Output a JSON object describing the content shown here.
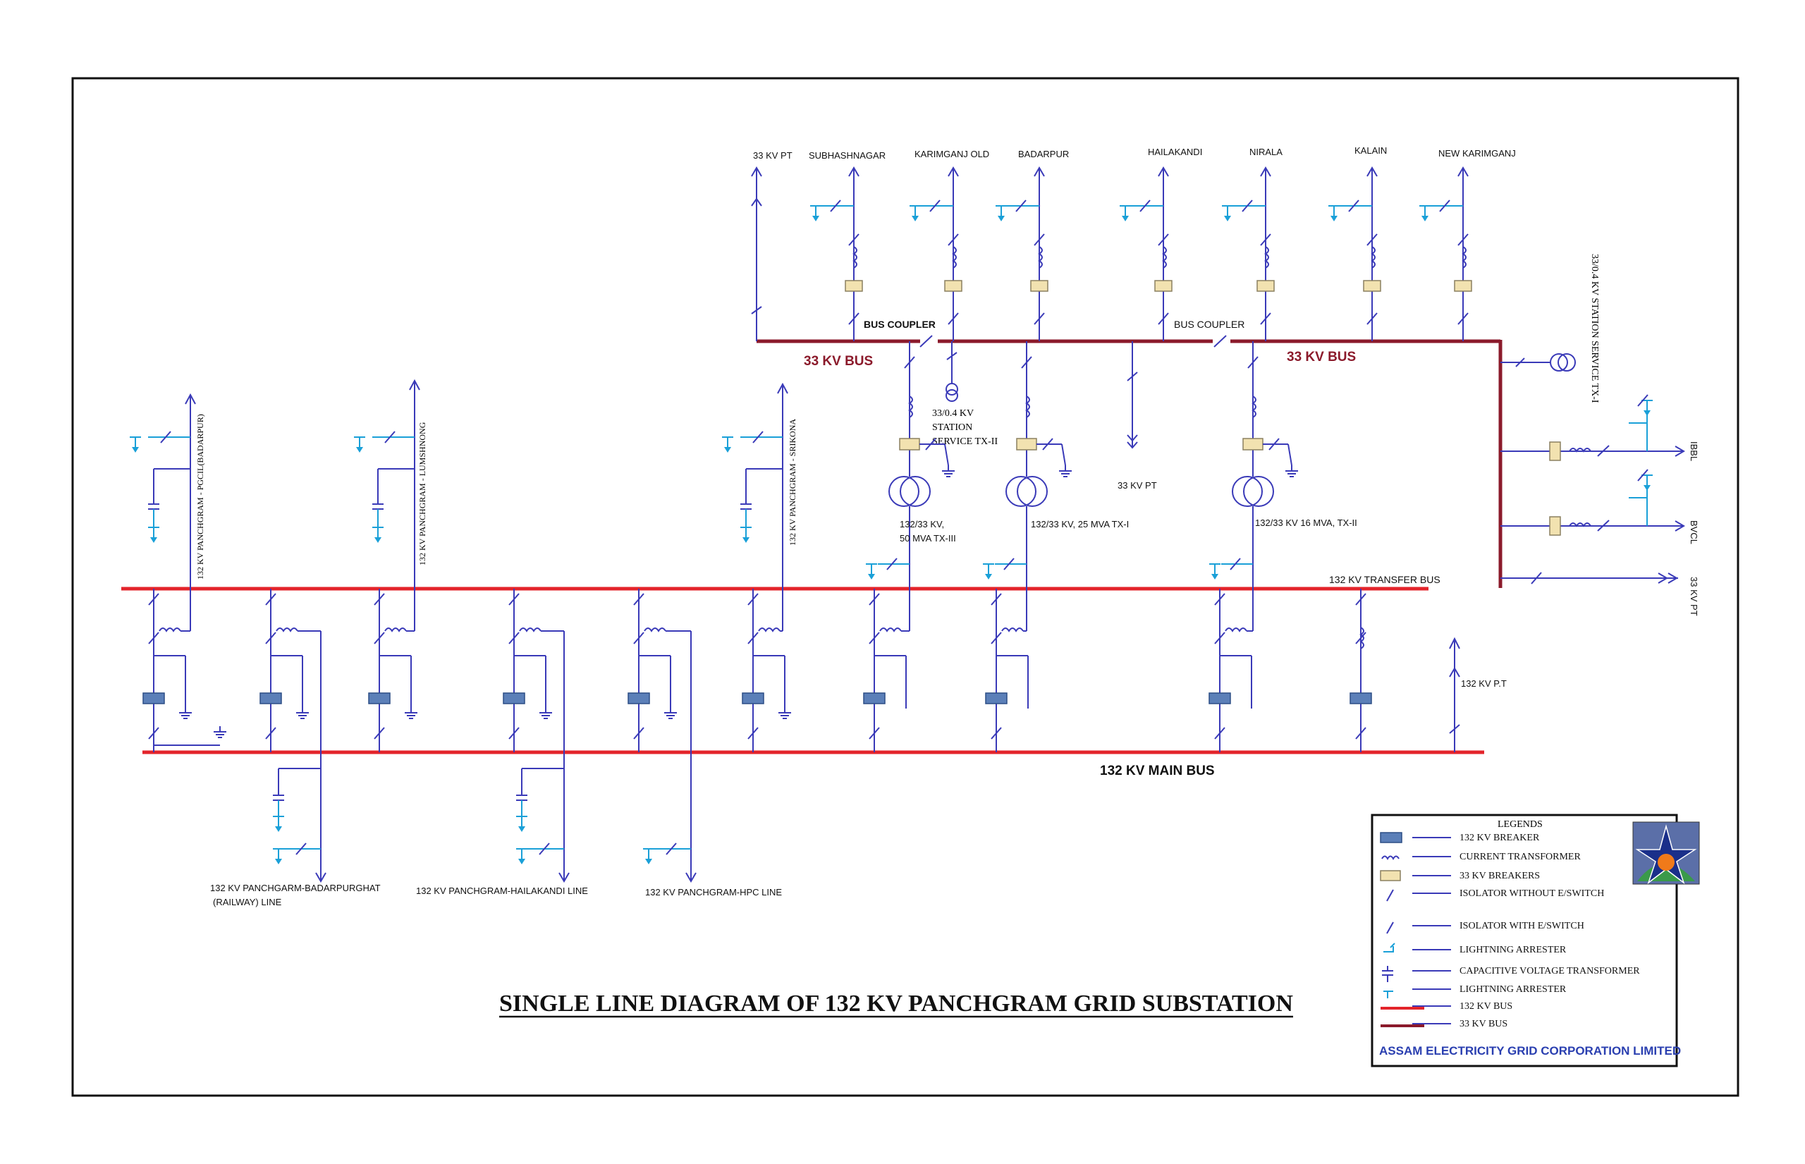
{
  "title": "SINGLE LINE DIAGRAM OF 132 KV PANCHGRAM GRID SUBSTATION",
  "colors": {
    "bus_132": "#e3242b",
    "bus_33": "#8b1a2b",
    "wire": "#3a3ab8",
    "arrester": "#1aa0d8",
    "breaker_132": "#5b7fb8",
    "breaker_33": "#f2e2b0",
    "legend_footer": "#2a3fb0"
  },
  "buses": {
    "transfer_132": "132 KV TRANSFER BUS",
    "main_132": "132 KV MAIN BUS",
    "bus33_left": "33 KV BUS",
    "bus33_right": "33 KV BUS",
    "coupler_left": "BUS COUPLER",
    "coupler_right": "BUS COUPLER"
  },
  "feeders_33": {
    "pt_top": "33 KV PT",
    "names": [
      "SUBHASHNAGAR",
      "KARIMGANJ OLD",
      "BADARPUR",
      "HAILAKANDI",
      "NIRALA",
      "KALAIN",
      "NEW KARIMGANJ"
    ],
    "pt_mid": "33 KV PT",
    "ibbl": "IBBL",
    "bvcl": "BVCL",
    "pt_right": "33 KV PT",
    "station_tx1": "33/0.4 KV STATION SERVICE TX-I",
    "station_tx2_line1": "33/0.4 KV",
    "station_tx2_line2": "STATION",
    "station_tx2_line3": "SERVICE TX-II"
  },
  "transformers": {
    "tx3_line1": "132/33 KV,",
    "tx3_line2": "50 MVA TX-III",
    "tx1": "132/33 KV, 25 MVA TX-I",
    "tx2": "132/33 KV 16 MVA, TX-II"
  },
  "lines_132": {
    "pgcil": "132 KV PANCHGRAM - PGCIL(BADARPUR)",
    "lumshnong": "132 KV PANCHGRAM - LUMSHNONG",
    "srikona": "132 KV PANCHGRAM - SRIKONA",
    "badarpurghat_1": "132 KV PANCHGARM-BADARPURGHAT",
    "badarpurghat_2": "(RAILWAY) LINE",
    "hailakandi": "132 KV PANCHGRAM-HAILAKANDI LINE",
    "hpc": "132 KV PANCHGRAM-HPC LINE",
    "pt": "132 KV P.T"
  },
  "legend": {
    "heading": "LEGENDS",
    "items": [
      "132 KV BREAKER",
      "CURRENT TRANSFORMER",
      "33 KV BREAKERS",
      "ISOLATOR WITHOUT E/SWITCH",
      "ISOLATOR WITH E/SWITCH",
      "LIGHTNING ARRESTER",
      "CAPACITIVE VOLTAGE TRANSFORMER",
      "LIGHTNING ARRESTER",
      "132 KV BUS",
      "33 KV BUS"
    ],
    "footer": "ASSAM ELECTRICITY GRID CORPORATION LIMITED",
    "logo": "aegcl-logo-icon"
  }
}
